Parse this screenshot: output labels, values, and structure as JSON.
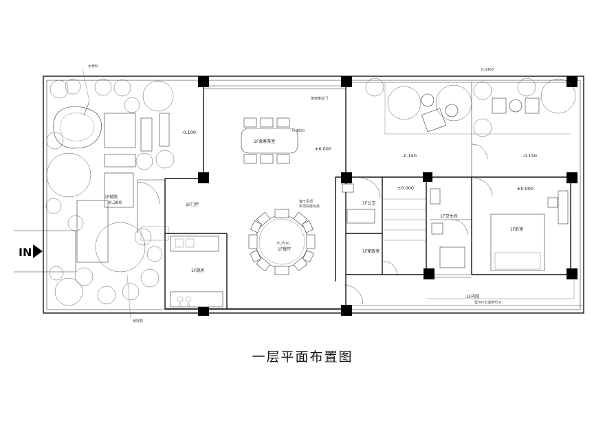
{
  "title": "一层平面布置图",
  "entrance_label": "IN",
  "height_note": "H:2400",
  "rooms": {
    "tea_room": "1F会客茶室",
    "dining": "1F餐厅",
    "dining_height": "H:2510",
    "yard": "1F前院",
    "foyer": "1F门厅",
    "kitchen": "1F厨房",
    "public_wc": "1F公卫",
    "storage": "1F家政室",
    "bathroom": "1F卫生间",
    "bedroom": "1F卧室",
    "inner_court": "1F内院",
    "bamboo_note": "留300土室种竹子"
  },
  "levels": {
    "hall": "±0.000",
    "yard": "-0.300",
    "terrace_left": "-0.100",
    "court_mid": "-0.150",
    "court_right": "-0.150",
    "stair": "±0.000",
    "bedroom": "±0.000"
  },
  "annotations": {
    "water_bowl": "水景缸",
    "glass_door": "玻璃推拉门",
    "landscape_stone": "景观石",
    "tea_height": "H:4650",
    "ceiling_note_1": "客厅吊顶",
    "ceiling_note_2": "吊顶高度标高"
  },
  "colors": {
    "line": "#111111",
    "column": "#000000",
    "background": "#ffffff"
  }
}
